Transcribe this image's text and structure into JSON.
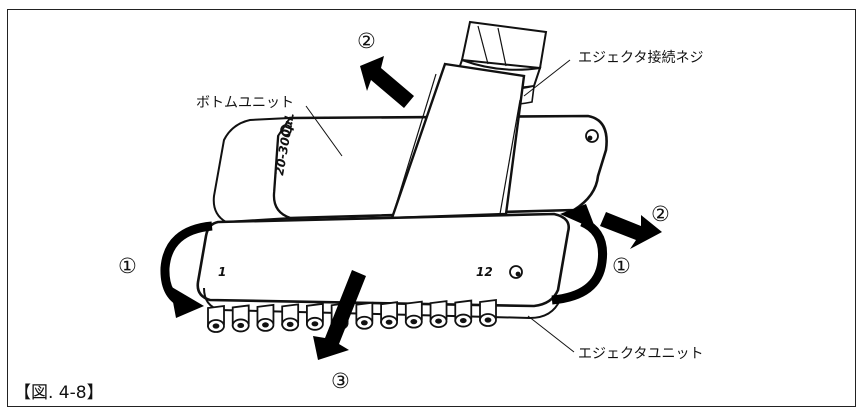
{
  "figure": {
    "caption": "【図. 4-8】",
    "labels": {
      "bottom_unit": "ボトムユニット",
      "ejector_screw": "エジェクタ接続ネジ",
      "ejector_unit": "エジェクタユニット"
    },
    "markers": {
      "step_1_left": "①",
      "step_1_right": "①",
      "step_2_top": "②",
      "step_2_right": "②",
      "step_3": "③"
    },
    "engravings": {
      "volume": "20-300μL",
      "channel_first": "1",
      "channel_last": "12"
    },
    "colors": {
      "outline": "#111111",
      "arrow": "#000000",
      "background": "#ffffff"
    }
  }
}
